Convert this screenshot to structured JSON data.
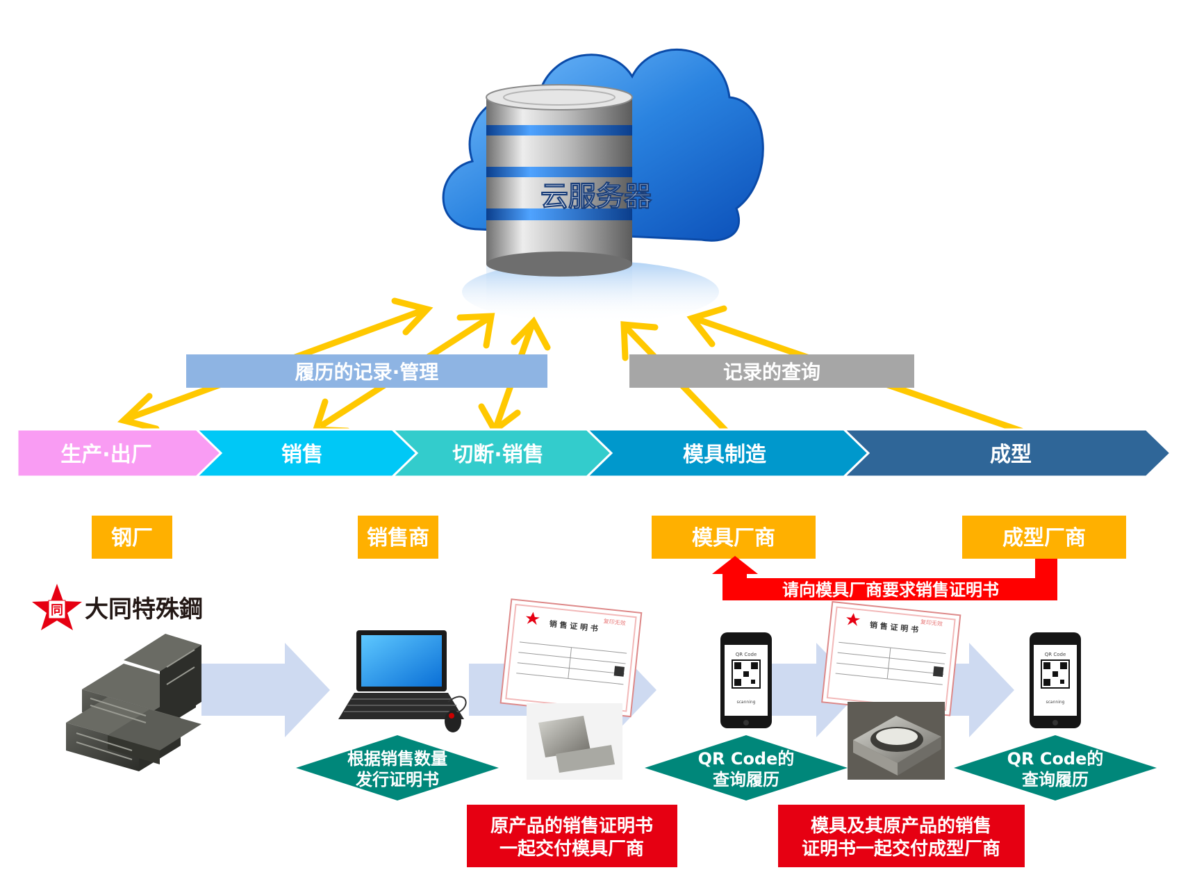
{
  "cloud_label": "云服务器",
  "flow_labels": {
    "record_manage": "履历的记录·管理",
    "record_query": "记录的查询"
  },
  "stages": [
    {
      "label": "生产·出厂",
      "color": "#F99CF3"
    },
    {
      "label": "销售",
      "color": "#00C8F6"
    },
    {
      "label": "切断·销售",
      "color": "#33CCCC"
    },
    {
      "label": "模具制造",
      "color": "#0098CC"
    },
    {
      "label": "成型",
      "color": "#2F6698"
    }
  ],
  "roles": [
    "钢厂",
    "销售商",
    "模具厂商",
    "成型厂商"
  ],
  "request_note": "请向模具厂商要求销售证明书",
  "brand_logo": "大同特殊鋼",
  "logo_star_char": "同",
  "steps": {
    "issue_certificate": [
      "根据销售数量",
      "发行证明书"
    ],
    "qr_query_1": [
      "QR Code的",
      "查询履历"
    ],
    "qr_query_2": [
      "QR Code的",
      "查询履历"
    ]
  },
  "deliveries": {
    "to_mold_maker": [
      "原产品的销售证明书",
      "一起交付模具厂商"
    ],
    "to_molder": [
      "模具及其原产品的销售",
      "证明书一起交付成型厂商"
    ]
  },
  "certificate": {
    "title": "销 售 证 明 书",
    "stamp": "复印无效"
  },
  "phone": {
    "screen_title": "QR Code",
    "screen_caption": "scanning"
  },
  "colors": {
    "role_box": "#FFB000",
    "arrow_yellow": "#FFC800",
    "diamond": "#00877A",
    "delivery_red": "#E60012",
    "band_blue": "#8EB4E3",
    "band_gray": "#A6A6A6",
    "flow_arrow": "#C5D3EE"
  }
}
